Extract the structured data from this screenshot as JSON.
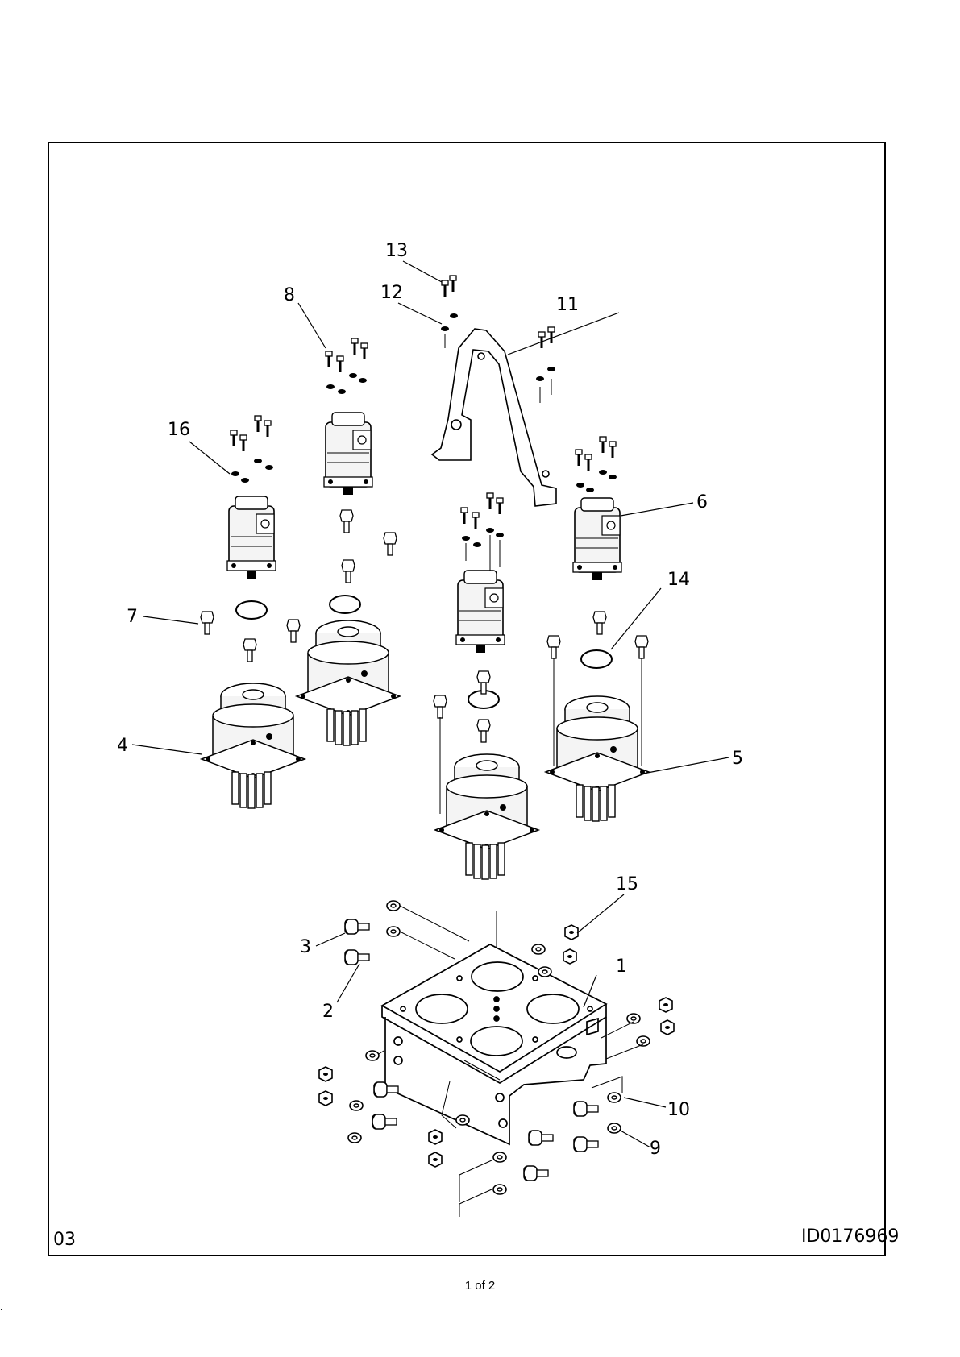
{
  "diagram": {
    "callouts": [
      "1",
      "2",
      "3",
      "4",
      "5",
      "6",
      "7",
      "8",
      "9",
      "10",
      "11",
      "12",
      "13",
      "14",
      "15",
      "16"
    ],
    "bottom_left_label": "03",
    "figure_id": "ID0176969"
  },
  "footer": {
    "page_label": "1 of 2"
  },
  "colors": {
    "line": "#000000",
    "background": "#ffffff",
    "part_fill": "#f4f4f4"
  }
}
